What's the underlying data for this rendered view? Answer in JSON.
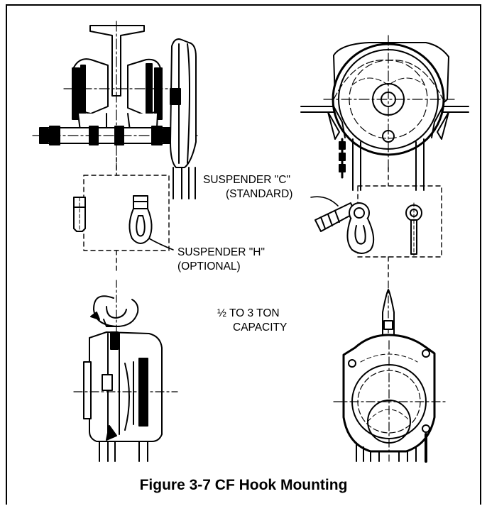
{
  "labels": {
    "suspender_c_line1": "SUSPENDER \"C\"",
    "suspender_c_line2": "(STANDARD)",
    "suspender_h_line1": "SUSPENDER \"H\"",
    "suspender_h_line2": "(OPTIONAL)",
    "capacity_line1": "½ TO 3 TON",
    "capacity_line2": "CAPACITY"
  },
  "caption": "Figure 3-7  CF Hook Mounting"
}
